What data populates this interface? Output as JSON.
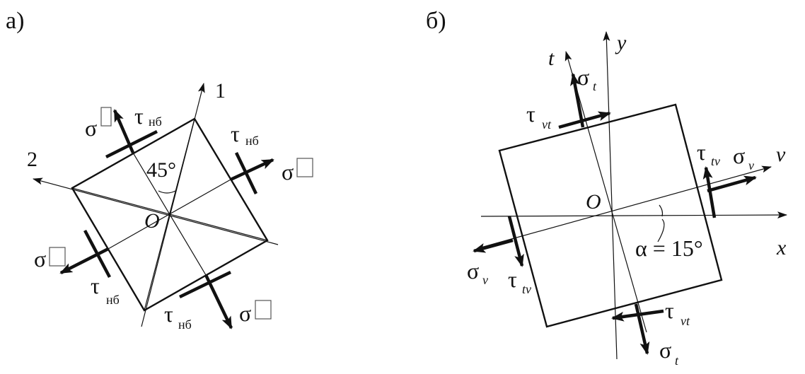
{
  "panels": [
    {
      "label": "а)",
      "axes": {
        "axis1": "1",
        "axis2": "2"
      },
      "origin_label": "O",
      "angle_label": "45°",
      "stresses": {
        "sigma": "σ",
        "tau": "τ",
        "tau_subscript": "нб"
      }
    },
    {
      "label": "б)",
      "axes": {
        "x": "x",
        "y": "y",
        "t": "t",
        "nu": "ν"
      },
      "origin_label": "O",
      "angle_label": "α = 15°",
      "stresses": {
        "sigma": "σ",
        "tau": "τ",
        "sigma_t_sub": "t",
        "sigma_nu_sub": "ν",
        "tau_nut_sub": "νt",
        "tau_tnu_sub": "tν"
      }
    }
  ]
}
